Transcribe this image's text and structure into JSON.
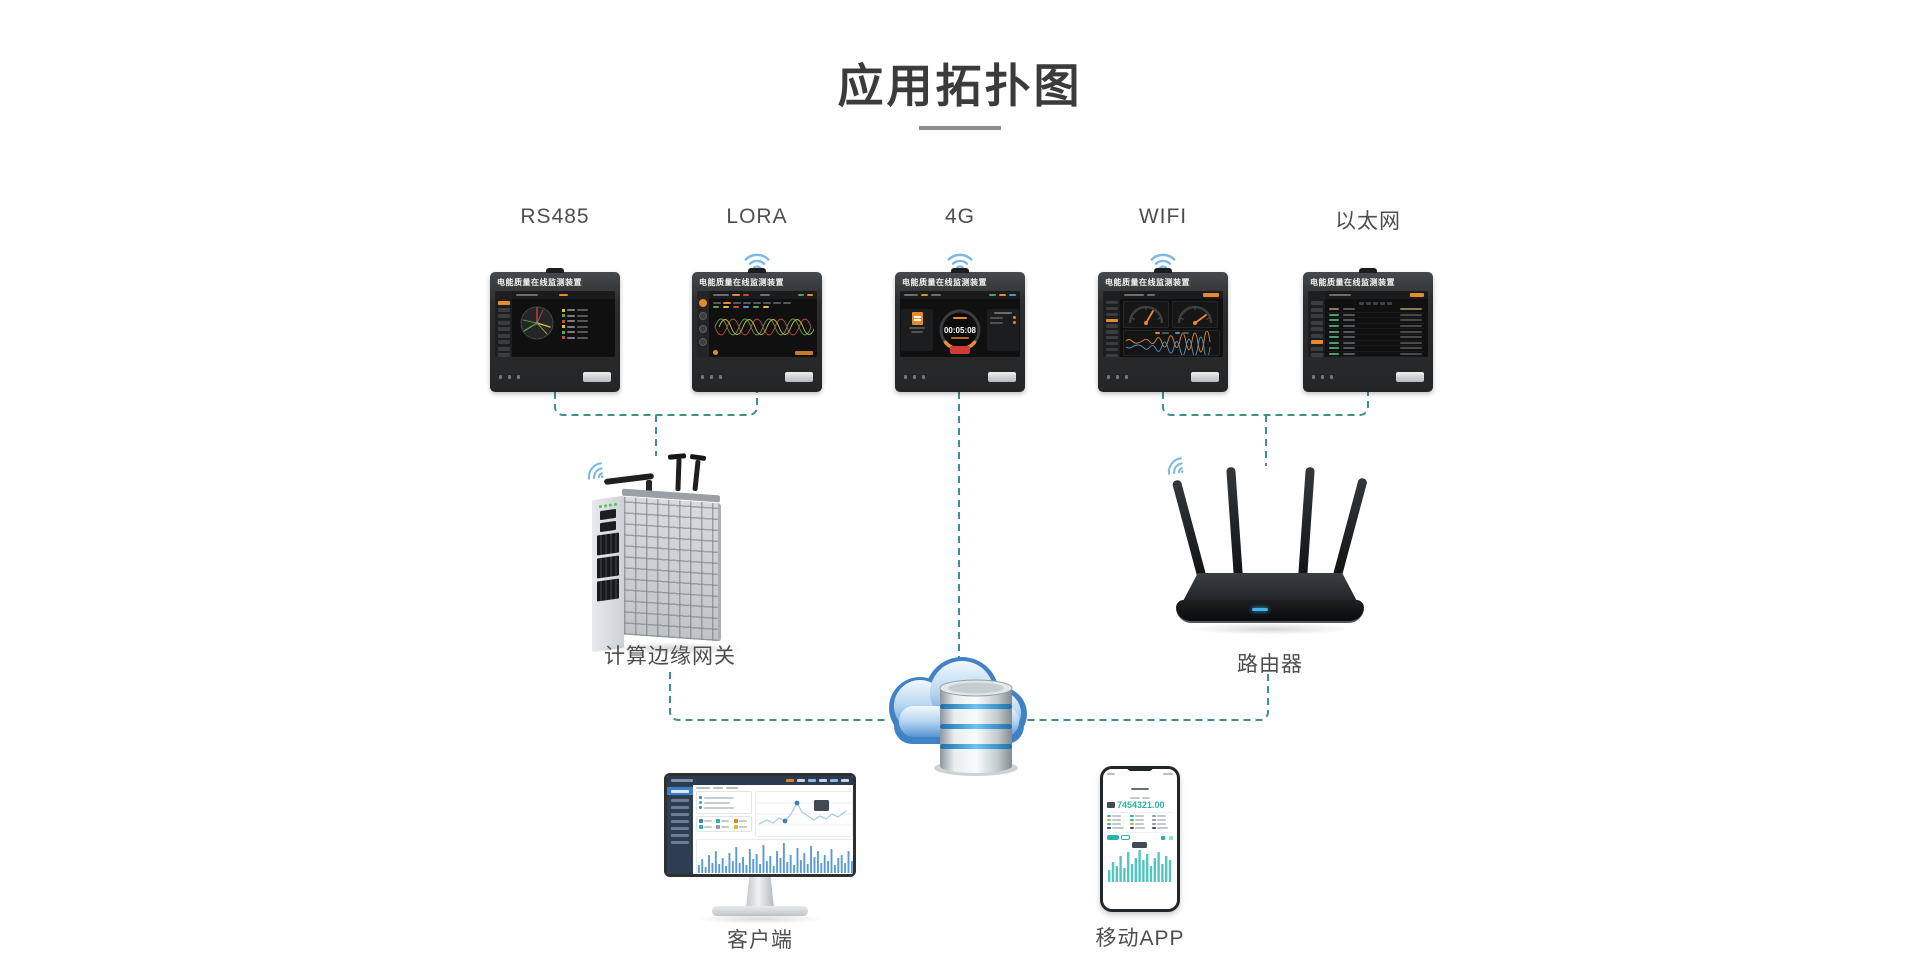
{
  "page": {
    "title": "应用拓扑图",
    "background_color": "#ffffff"
  },
  "colors": {
    "connector_teal": "#3e918a",
    "accent_orange": "#e8892b",
    "alert_red": "#d03c36",
    "wifi_blue": "#7cb8e8",
    "cloud_blue": "#4285c8",
    "app_teal": "#2bb3a8",
    "chart_blue": "#5b9bd5",
    "title_text": "#3b3b3b",
    "label_text": "#4e4e4e"
  },
  "uplinks": {
    "items": [
      {
        "label": "RS485",
        "wireless": false,
        "screen_type": "phasor-dial"
      },
      {
        "label": "LORA",
        "wireless": true,
        "screen_type": "waveform-chart"
      },
      {
        "label": "4G",
        "wireless": true,
        "screen_type": "timer-gauge"
      },
      {
        "label": "WIFI",
        "wireless": true,
        "screen_type": "speedometer-gauges"
      },
      {
        "label": "以太网",
        "wireless": false,
        "screen_type": "data-table"
      }
    ]
  },
  "devices": {
    "screen_header": "电能质量在线监测装置",
    "timer_value": "00:05:08"
  },
  "nodes": {
    "gateway": {
      "label": "计算边缘网关"
    },
    "router": {
      "label": "路由器"
    },
    "client": {
      "label": "客户端"
    },
    "mobile": {
      "label": "移动APP",
      "metric_value": "7454321.00"
    }
  }
}
